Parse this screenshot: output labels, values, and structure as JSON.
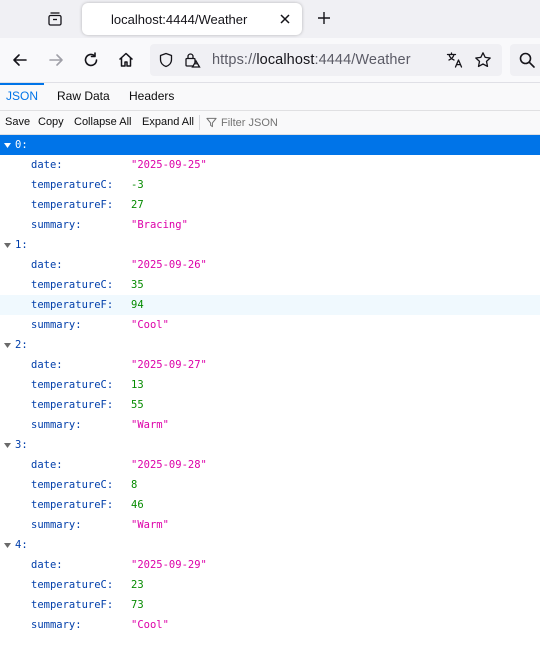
{
  "browser": {
    "tab_title": "localhost:4444/Weather",
    "url_prefix": "https://",
    "url_host": "localhost",
    "url_rest": ":4444/Weather"
  },
  "viewer": {
    "tabs": [
      "JSON",
      "Raw Data",
      "Headers"
    ],
    "selected_tab": "JSON",
    "toolbar": {
      "save": "Save",
      "copy": "Copy",
      "collapse_all": "Collapse All",
      "expand_all": "Expand All",
      "filter_placeholder": "Filter JSON"
    }
  },
  "colors": {
    "accent": "#0074e8",
    "key": "#003eaa",
    "string": "#dd00a9",
    "number": "#058b00"
  },
  "records": [
    {
      "index": "0:",
      "date": "\"2025-09-25\"",
      "temperatureC": "-3",
      "temperatureF": "27",
      "summary": "\"Bracing\""
    },
    {
      "index": "1:",
      "date": "\"2025-09-26\"",
      "temperatureC": "35",
      "temperatureF": "94",
      "summary": "\"Cool\""
    },
    {
      "index": "2:",
      "date": "\"2025-09-27\"",
      "temperatureC": "13",
      "temperatureF": "55",
      "summary": "\"Warm\""
    },
    {
      "index": "3:",
      "date": "\"2025-09-28\"",
      "temperatureC": "8",
      "temperatureF": "46",
      "summary": "\"Warm\""
    },
    {
      "index": "4:",
      "date": "\"2025-09-29\"",
      "temperatureC": "23",
      "temperatureF": "73",
      "summary": "\"Cool\""
    }
  ],
  "field_labels": {
    "date": "date:",
    "temperatureC": "temperatureC:",
    "temperatureF": "temperatureF:",
    "summary": "summary:"
  }
}
